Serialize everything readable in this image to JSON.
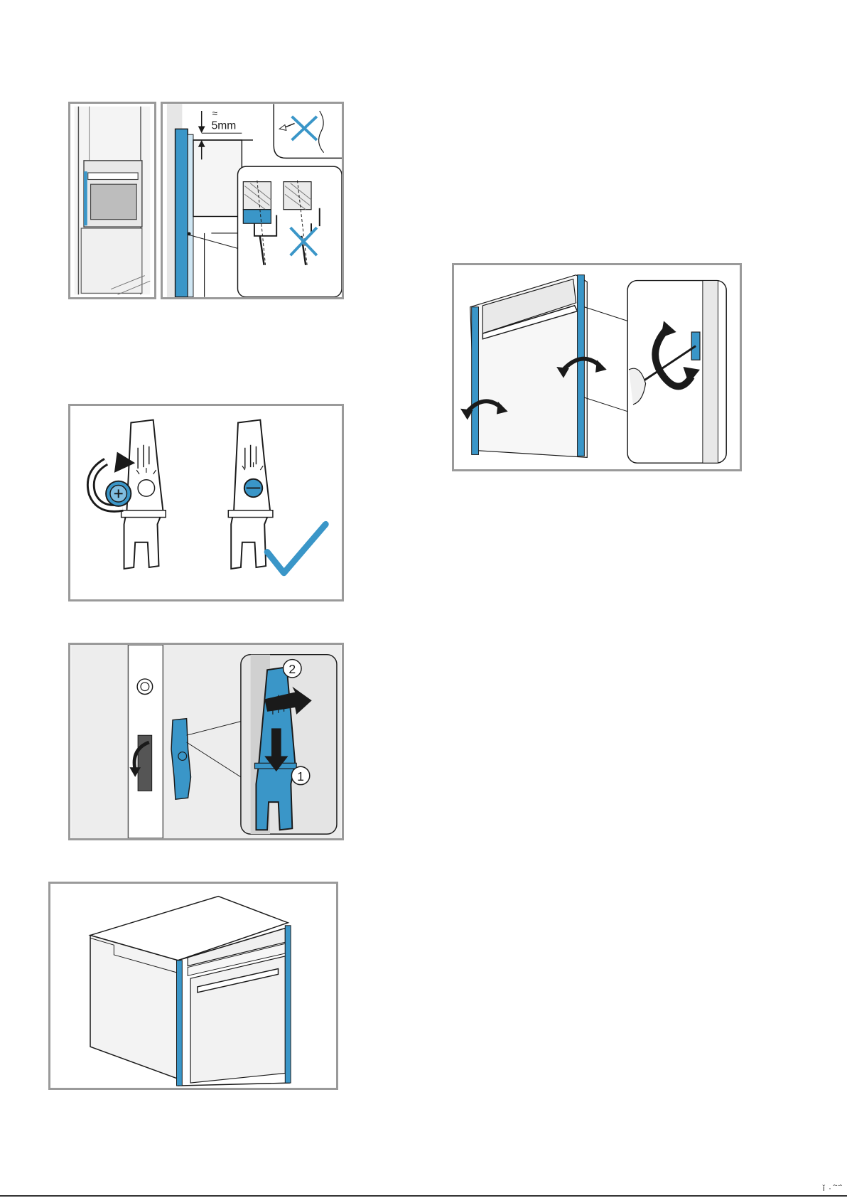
{
  "figure1": {
    "gap_label": "5mm",
    "approx_symbol": "≈"
  },
  "figure3": {
    "step_one": "1",
    "step_two": "2"
  },
  "footer": {
    "mark": "ǐ · ̂ ̈ ̂"
  },
  "colors": {
    "accent_blue": "#3a96c8",
    "frame_gray": "#9a9a9a",
    "line_dark": "#1a1a1a"
  }
}
